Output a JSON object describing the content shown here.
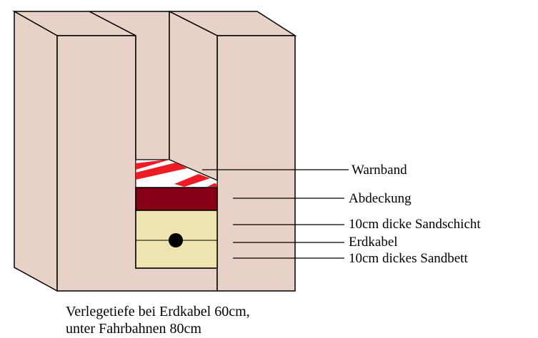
{
  "labels": {
    "warnband": "Warnband",
    "abdeckung": "Abdeckung",
    "sandschicht": "10cm dicke Sandschicht",
    "erdkabel": "Erdkabel",
    "sandbett": "10cm dickes Sandbett"
  },
  "caption": {
    "line1": "Verlegetiefe bei Erdkabel 60cm,",
    "line2": "unter Fahrbahnen 80cm"
  },
  "colors": {
    "soil": "#e8d1c6",
    "outline": "#000000",
    "cover": "#880015",
    "warn_red": "#ed1c24",
    "warn_white": "#ffffff",
    "sand": "#efe4b0",
    "cable": "#000000"
  }
}
